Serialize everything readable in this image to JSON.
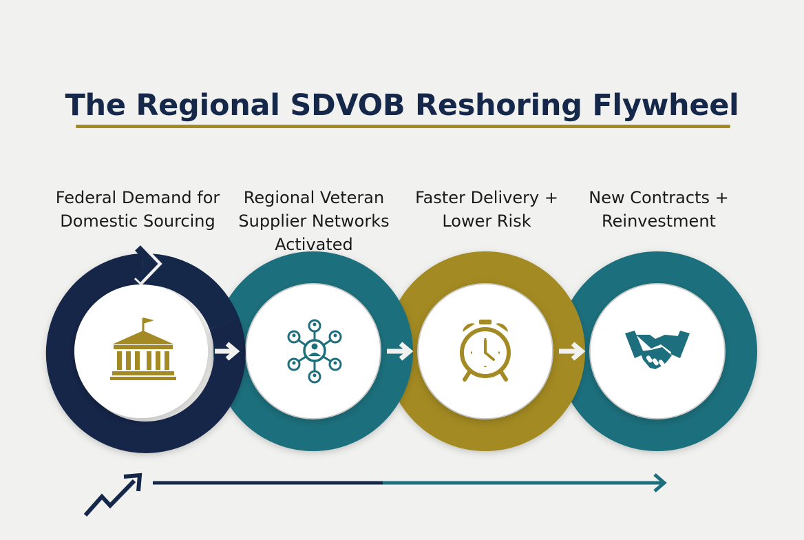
{
  "title": "The Regional SDVOB Reshoring Flywheel",
  "stages": [
    {
      "label": "Federal Demand for Domestic Sourcing",
      "icon": "government-building-icon",
      "ring_color": "#16284a"
    },
    {
      "label": "Regional Veteran Supplier Networks Activated",
      "icon": "network-icon",
      "ring_color": "#1d6f7d"
    },
    {
      "label": "Faster Delivery + Lower Risk",
      "icon": "alarm-clock-icon",
      "ring_color": "#a38a24"
    },
    {
      "label": "New Contracts + Reinvestment",
      "icon": "handshake-icon",
      "ring_color": "#1d6f7d"
    }
  ],
  "colors": {
    "navy": "#16284a",
    "teal": "#1d6f7d",
    "gold": "#a38a24",
    "background": "#f1f1ef"
  },
  "footer_icons": [
    "growth-trend-icon",
    "progress-arrow-icon"
  ]
}
